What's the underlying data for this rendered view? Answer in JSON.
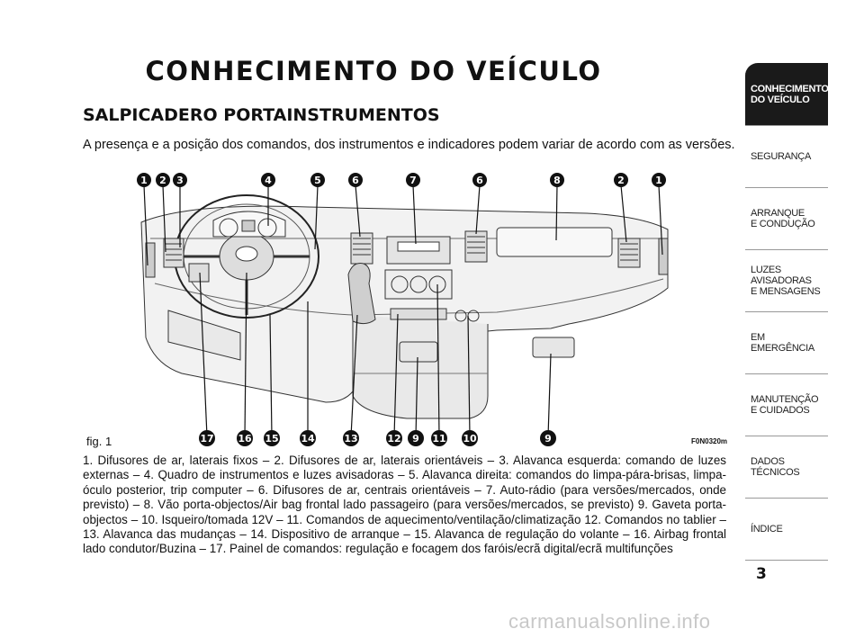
{
  "header": {
    "title": "CONHECIMENTO DO VEÍCULO"
  },
  "section": {
    "title": "SALPICADERO PORTAINSTRUMENTOS",
    "intro": "A presença e a posição dos comandos, dos instrumentos e indicadores podem variar de acordo com as versões."
  },
  "figure": {
    "label": "fig. 1",
    "code": "F0N0320m",
    "top_callouts": [
      "1",
      "2",
      "3",
      "4",
      "5",
      "6",
      "7",
      "6",
      "8",
      "2",
      "1"
    ],
    "bottom_callouts": [
      "17",
      "16",
      "15",
      "14",
      "13",
      "12",
      "9",
      "11",
      "10",
      "9"
    ]
  },
  "caption": "1. Difusores de ar, laterais fixos – 2. Difusores de ar, laterais orientáveis – 3. Alavanca esquerda: comando de luzes externas – 4. Quadro de instrumentos e luzes avisadoras – 5. Alavanca direita: comandos do limpa-pára-brisas, limpa-óculo posterior, trip computer – 6. Difusores de ar, centrais orientáveis – 7. Auto-rádio (para versões/mercados, onde previsto) – 8. Vão porta-objectos/Air bag frontal lado passageiro (para versões/mercados, se previsto) 9. Gaveta porta-objectos – 10. Isqueiro/tomada 12V – 11. Comandos de aquecimento/ventilação/climatização 12. Comandos no tablier – 13. Alavanca das mudanças – 14. Dispositivo de arranque – 15. Alavanca de regulação do volante – 16. Airbag frontal lado condutor/Buzina – 17. Painel de comandos: regulação e focagem dos faróis/ecrã digital/ecrã multifunções",
  "sidebar": {
    "tabs": [
      {
        "label": "CONHECIMENTO\nDO VEÍCULO",
        "active": true
      },
      {
        "label": "SEGURANÇA",
        "active": false
      },
      {
        "label": "ARRANQUE\nE CONDUÇÃO",
        "active": false
      },
      {
        "label": "LUZES\nAVISADORAS\nE MENSAGENS",
        "active": false
      },
      {
        "label": "EM EMERGÊNCIA",
        "active": false
      },
      {
        "label": "MANUTENÇÃO\nE CUIDADOS",
        "active": false
      },
      {
        "label": "DADOS\nTÉCNICOS",
        "active": false
      },
      {
        "label": "ÍNDICE",
        "active": false
      }
    ]
  },
  "page_number": "3",
  "watermark": "carmanualsonline.info"
}
